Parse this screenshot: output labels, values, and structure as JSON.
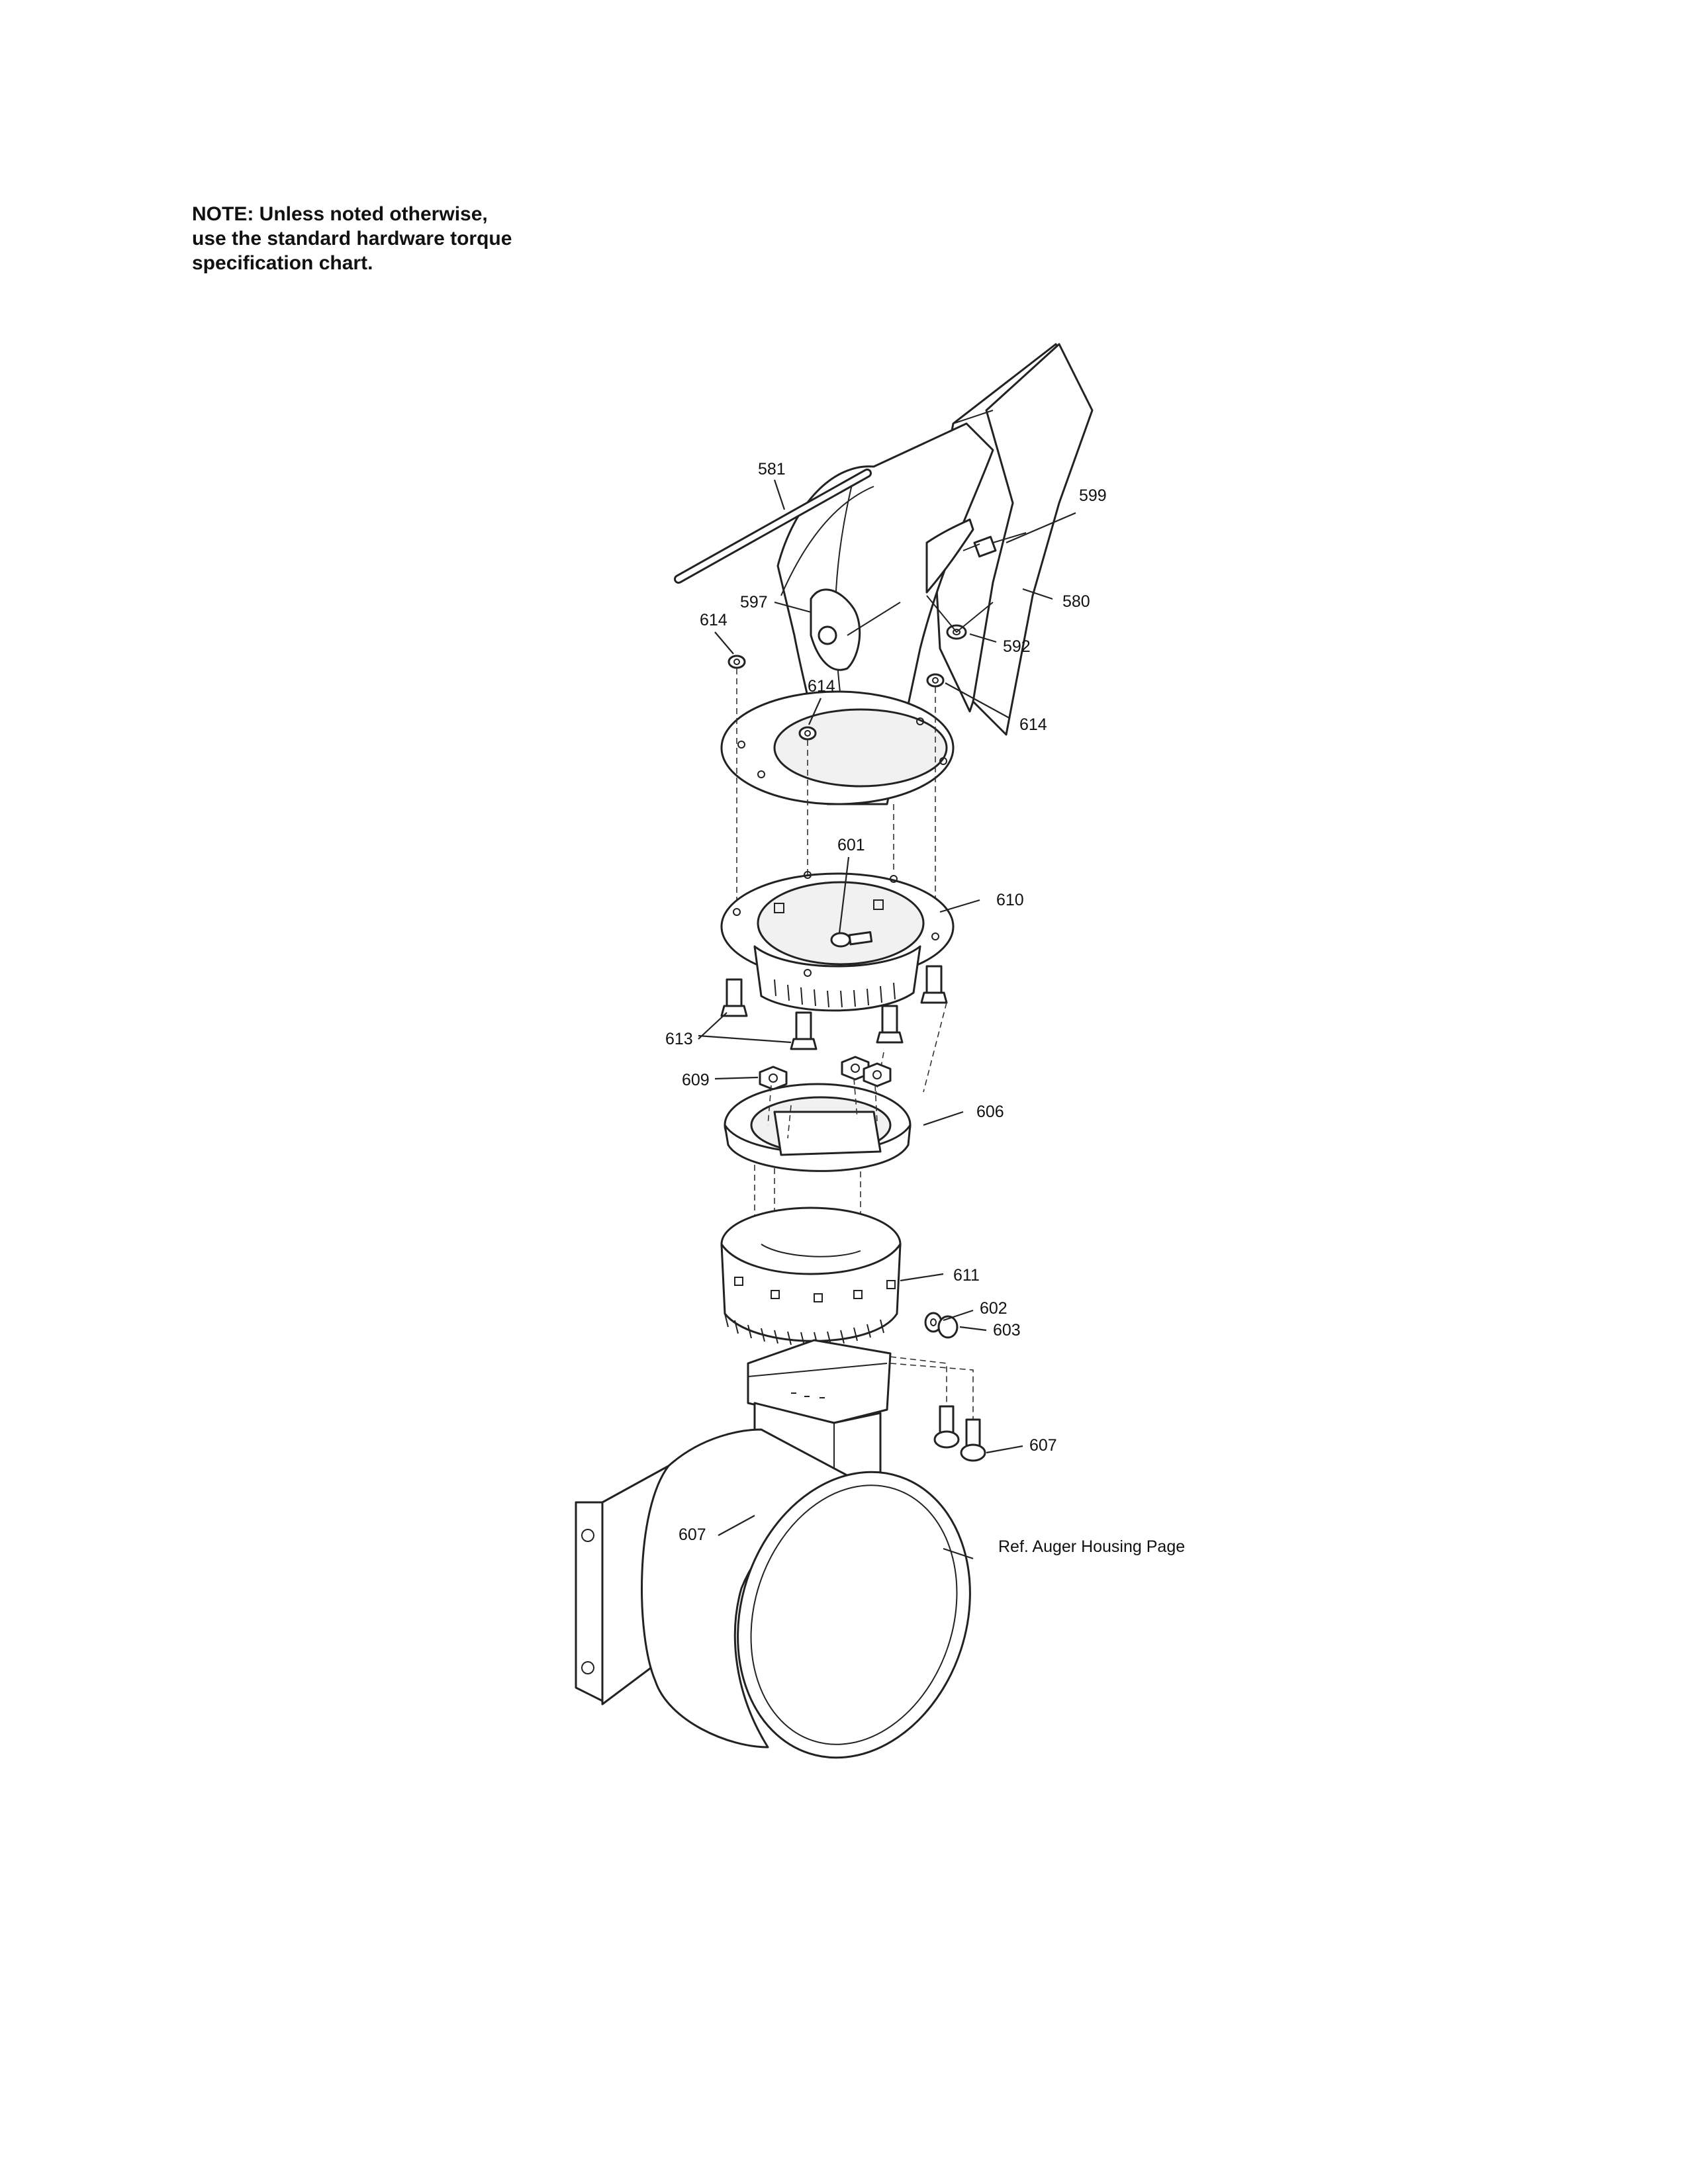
{
  "note": {
    "line1": "NOTE: Unless noted otherwise,",
    "line2": "use the standard hardware torque",
    "line3": "specification chart."
  },
  "callouts": {
    "c581": "581",
    "c599": "599",
    "c580": "580",
    "c597": "597",
    "c592": "592",
    "c614a": "614",
    "c614b": "614",
    "c614c": "614",
    "c601": "601",
    "c610": "610",
    "c613": "613",
    "c609": "609",
    "c606": "606",
    "c611": "611",
    "c602": "602",
    "c603": "603",
    "c607a": "607",
    "c607b": "607",
    "ref": "Ref. Auger Housing Page"
  }
}
